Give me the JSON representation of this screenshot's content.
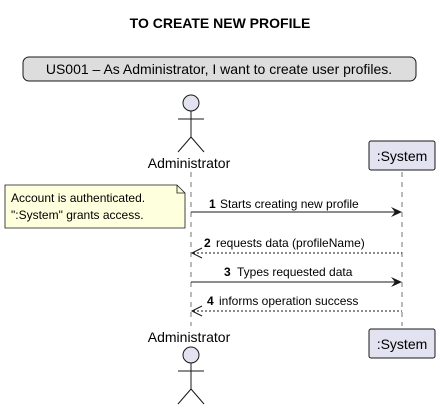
{
  "title": "TO CREATE NEW PROFILE",
  "legend": "US001 – As Administrator, I want to create user profiles.",
  "participants": {
    "actor": "Administrator",
    "system": ":System"
  },
  "note": {
    "line1": "Account is authenticated.",
    "line2": "\":System\" grants access."
  },
  "messages": [
    {
      "number": "1",
      "label": "Starts creating new profile",
      "direction": "actor-to-system",
      "style": "solid"
    },
    {
      "number": "2",
      "label": "requests data (profileName)",
      "direction": "system-to-actor",
      "style": "dashed"
    },
    {
      "number": "3",
      "label": "Types requested data",
      "direction": "actor-to-system",
      "style": "solid"
    },
    {
      "number": "4",
      "label": "informs operation success",
      "direction": "system-to-actor",
      "style": "dashed"
    }
  ],
  "colors": {
    "participant_fill": "#E2E2F0",
    "participant_border": "#181818",
    "legend_fill": "#DDDDDD",
    "note_fill": "#FEFFDD",
    "lifeline": "#181818"
  }
}
